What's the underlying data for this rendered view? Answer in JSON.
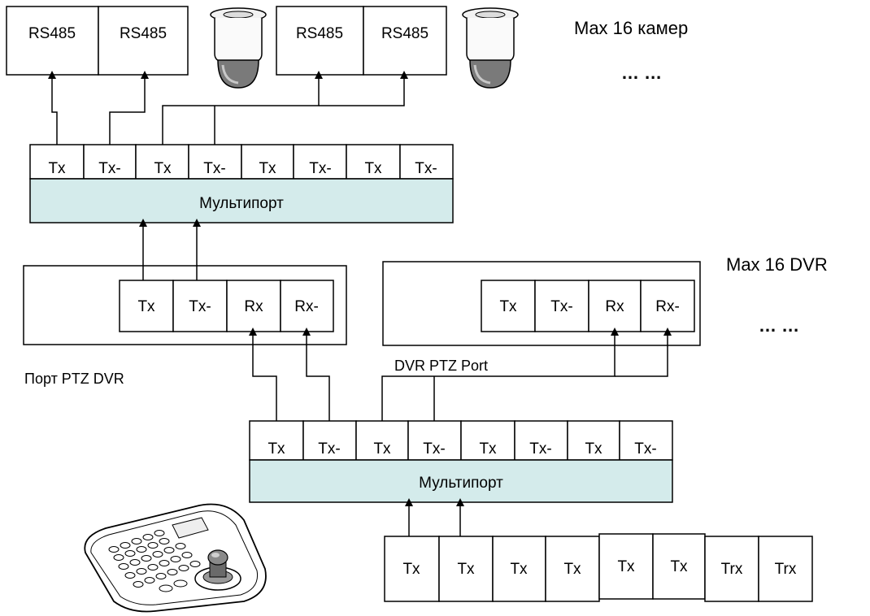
{
  "colors": {
    "multiport_fill": "#d4ebeb",
    "line": "#000000",
    "background": "#ffffff"
  },
  "cameras": {
    "group1_ports": [
      "RS485",
      "RS485"
    ],
    "group2_ports": [
      "RS485",
      "RS485"
    ],
    "max_label": "Max 16 камер",
    "ellipsis": "… …",
    "icon": "ptz-dome-camera-icon"
  },
  "multiport_top": {
    "ports": [
      "Tx",
      "Tx-",
      "Tx",
      "Tx-",
      "Tx",
      "Tx-",
      "Tx",
      "Tx-"
    ],
    "label": "Мультипорт"
  },
  "dvr_left": {
    "ports": [
      "Tx",
      "Tx-",
      "Rx",
      "Rx-"
    ],
    "caption": "Порт PTZ DVR"
  },
  "dvr_right": {
    "ports": [
      "Tx",
      "Tx-",
      "Rx",
      "Rx-"
    ],
    "caption": "DVR PTZ Port"
  },
  "dvr_max_label": "Max 16 DVR",
  "dvr_ellipsis": "… …",
  "multiport_bottom": {
    "ports": [
      "Tx",
      "Tx-",
      "Tx",
      "Tx-",
      "Tx",
      "Tx-",
      "Tx",
      "Tx-"
    ],
    "label": "Мультипорт"
  },
  "controller": {
    "ports": [
      "Tx",
      "Tx",
      "Tx",
      "Tx",
      "Tx",
      "Tx",
      "Trx",
      "Trx"
    ],
    "icon": "ptz-keyboard-controller-icon"
  }
}
